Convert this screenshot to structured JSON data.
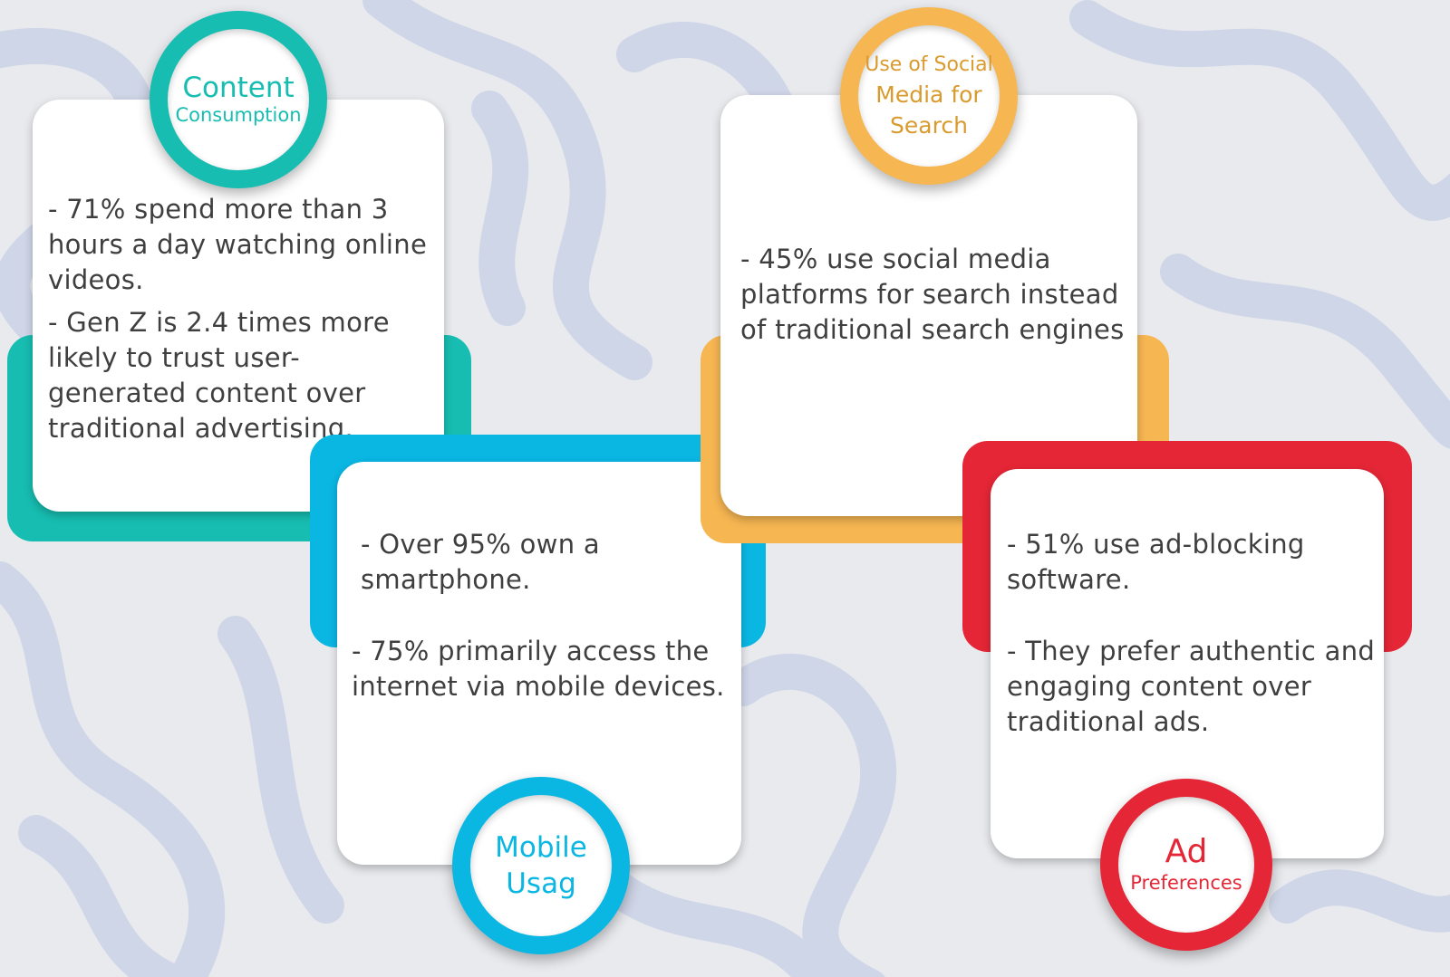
{
  "colors": {
    "teal": "#17bdb1",
    "cyan": "#0ab7e3",
    "orange": "#f6b652",
    "red": "#e52636",
    "background": "#e9eaee",
    "swirl": "#cfd6e8"
  },
  "cards": [
    {
      "title_line1": "Content",
      "title_line2": "Consumption",
      "points": [
        "- 71% spend more than 3 hours a day watching online videos.",
        "- Gen Z is 2.4 times more likely to trust user-generated content over traditional advertising."
      ]
    },
    {
      "title_line1": "Mobile",
      "title_line2": "Usag",
      "points": [
        "- Over 95% own a smartphone.",
        "- 75% primarily access the internet via mobile devices."
      ]
    },
    {
      "title_line1": "Use of Social",
      "title_line2": "Media for",
      "title_line3": "Search",
      "points": [
        "- 45% use social media platforms for search instead of traditional search engines"
      ]
    },
    {
      "title_line1": "Ad",
      "title_line2": "Preferences",
      "points": [
        "- 51% use ad-blocking software.",
        "- They prefer authentic and engaging content over traditional ads."
      ]
    }
  ]
}
